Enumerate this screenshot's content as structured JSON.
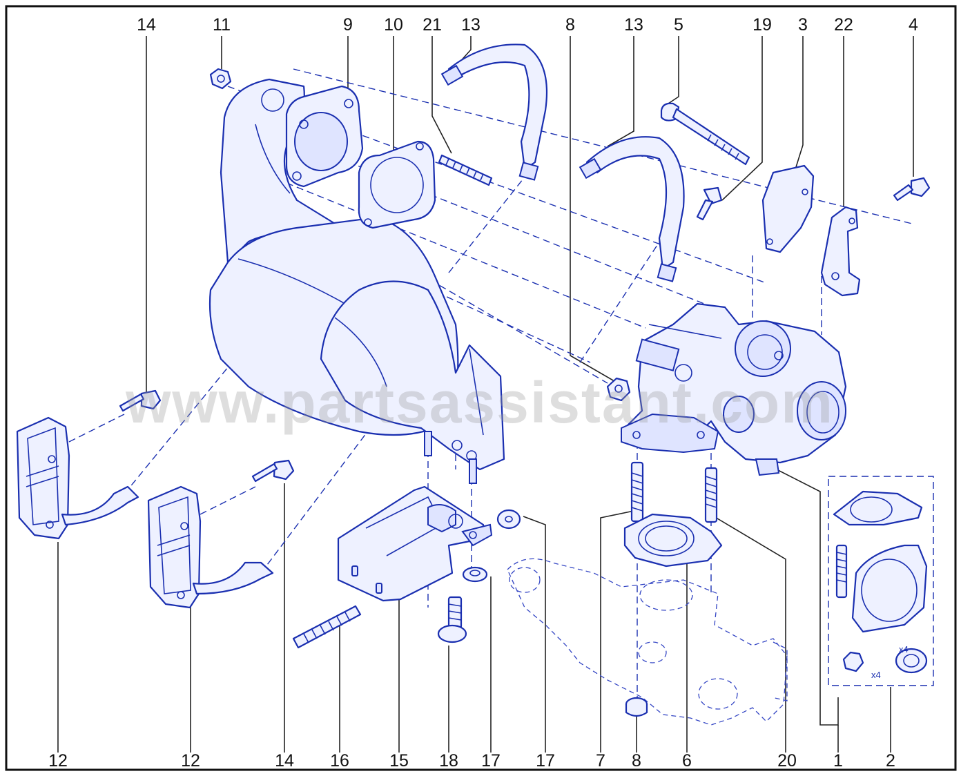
{
  "watermark": "www.partsassistant.com",
  "callouts_top": [
    "14",
    "11",
    "9",
    "10",
    "21",
    "13",
    "8",
    "13",
    "5",
    "19",
    "3",
    "22",
    "4"
  ],
  "callouts_bottom": [
    "12",
    "12",
    "14",
    "16",
    "15",
    "18",
    "17",
    "17",
    "7",
    "8",
    "6",
    "20",
    "1",
    "2"
  ],
  "kit_quantities": [
    "x4",
    "x4"
  ],
  "colors": {
    "line": "#1a2fb0",
    "fill": "#eef1ff",
    "text": "#111111"
  }
}
